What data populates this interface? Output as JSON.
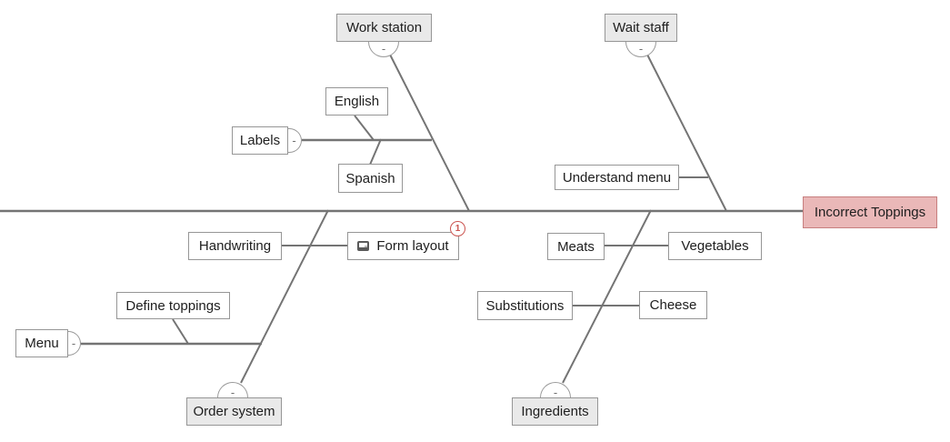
{
  "diagram_type": "fishbone-cause-and-effect",
  "effect": {
    "label": "Incorrect Toppings"
  },
  "nodes": {
    "work_station": {
      "label": "Work station",
      "collapse": "-"
    },
    "wait_staff": {
      "label": "Wait staff",
      "collapse": "-"
    },
    "english": {
      "label": "English"
    },
    "labels": {
      "label": "Labels",
      "collapse": "-"
    },
    "spanish": {
      "label": "Spanish"
    },
    "understand_menu": {
      "label": "Understand menu"
    },
    "handwriting": {
      "label": "Handwriting"
    },
    "form_layout": {
      "label": "Form layout",
      "icon": "note-icon",
      "badge": "1"
    },
    "meats": {
      "label": "Meats"
    },
    "vegetables": {
      "label": "Vegetables"
    },
    "substitutions": {
      "label": "Substitutions"
    },
    "cheese": {
      "label": "Cheese"
    },
    "define_toppings": {
      "label": "Define toppings"
    },
    "menu": {
      "label": "Menu",
      "collapse": "-"
    },
    "order_system": {
      "label": "Order system",
      "collapse": "-"
    },
    "ingredients": {
      "label": "Ingredients",
      "collapse": "-"
    }
  },
  "colors": {
    "connector_gray": "#747474",
    "box_border": "#969696",
    "category_fill": "#e9e9e9",
    "effect_fill": "#eab8b8",
    "effect_border": "#c77f7f",
    "badge_red": "#cb5450"
  }
}
